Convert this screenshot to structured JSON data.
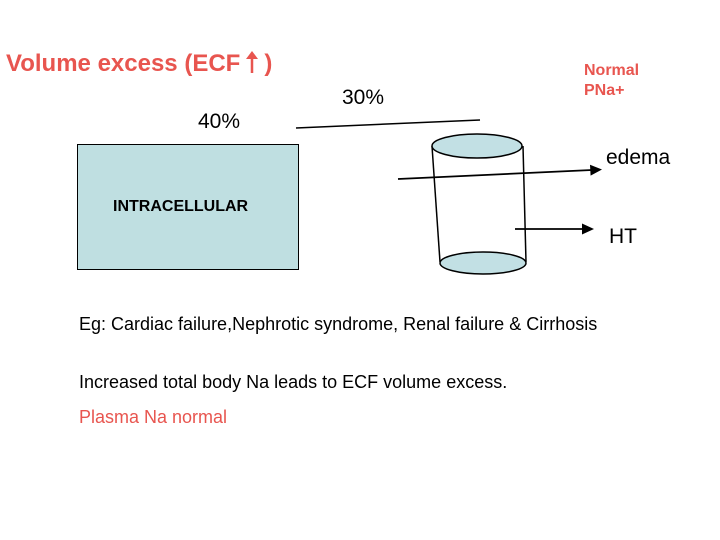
{
  "title": {
    "text": "Volume excess (ECF",
    "close_paren": ")"
  },
  "labels": {
    "intracellular_pct": "40%",
    "ecf_pct": "30%",
    "normal_pna": "Normal PNa+",
    "edema": "edema",
    "ht": "HT",
    "intracellular": "INTRACELLULAR"
  },
  "notes": {
    "examples": "Eg: Cardiac failure,Nephrotic syndrome, Renal failure & Cirrhosis",
    "increased": "Increased total body Na leads to ECF volume excess.",
    "plasma": "Plasma Na normal"
  },
  "colors": {
    "title": "#e8554f",
    "intracellular_box": "#bfdfe1",
    "cylinder_cap": "#c2e0e4"
  },
  "icons": {
    "title_arrow": "up-arrow-icon"
  }
}
